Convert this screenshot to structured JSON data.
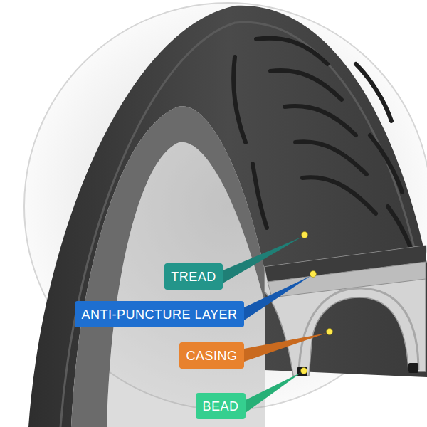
{
  "diagram": {
    "nodes": [
      {
        "text": [
          "TREAD"
        ]
      },
      {
        "text": [
          "ANTI-PUNCTURE LAYER"
        ]
      },
      {
        "text": [
          "CASING"
        ]
      },
      {
        "text": [
          "BEAD"
        ]
      }
    ]
  }
}
